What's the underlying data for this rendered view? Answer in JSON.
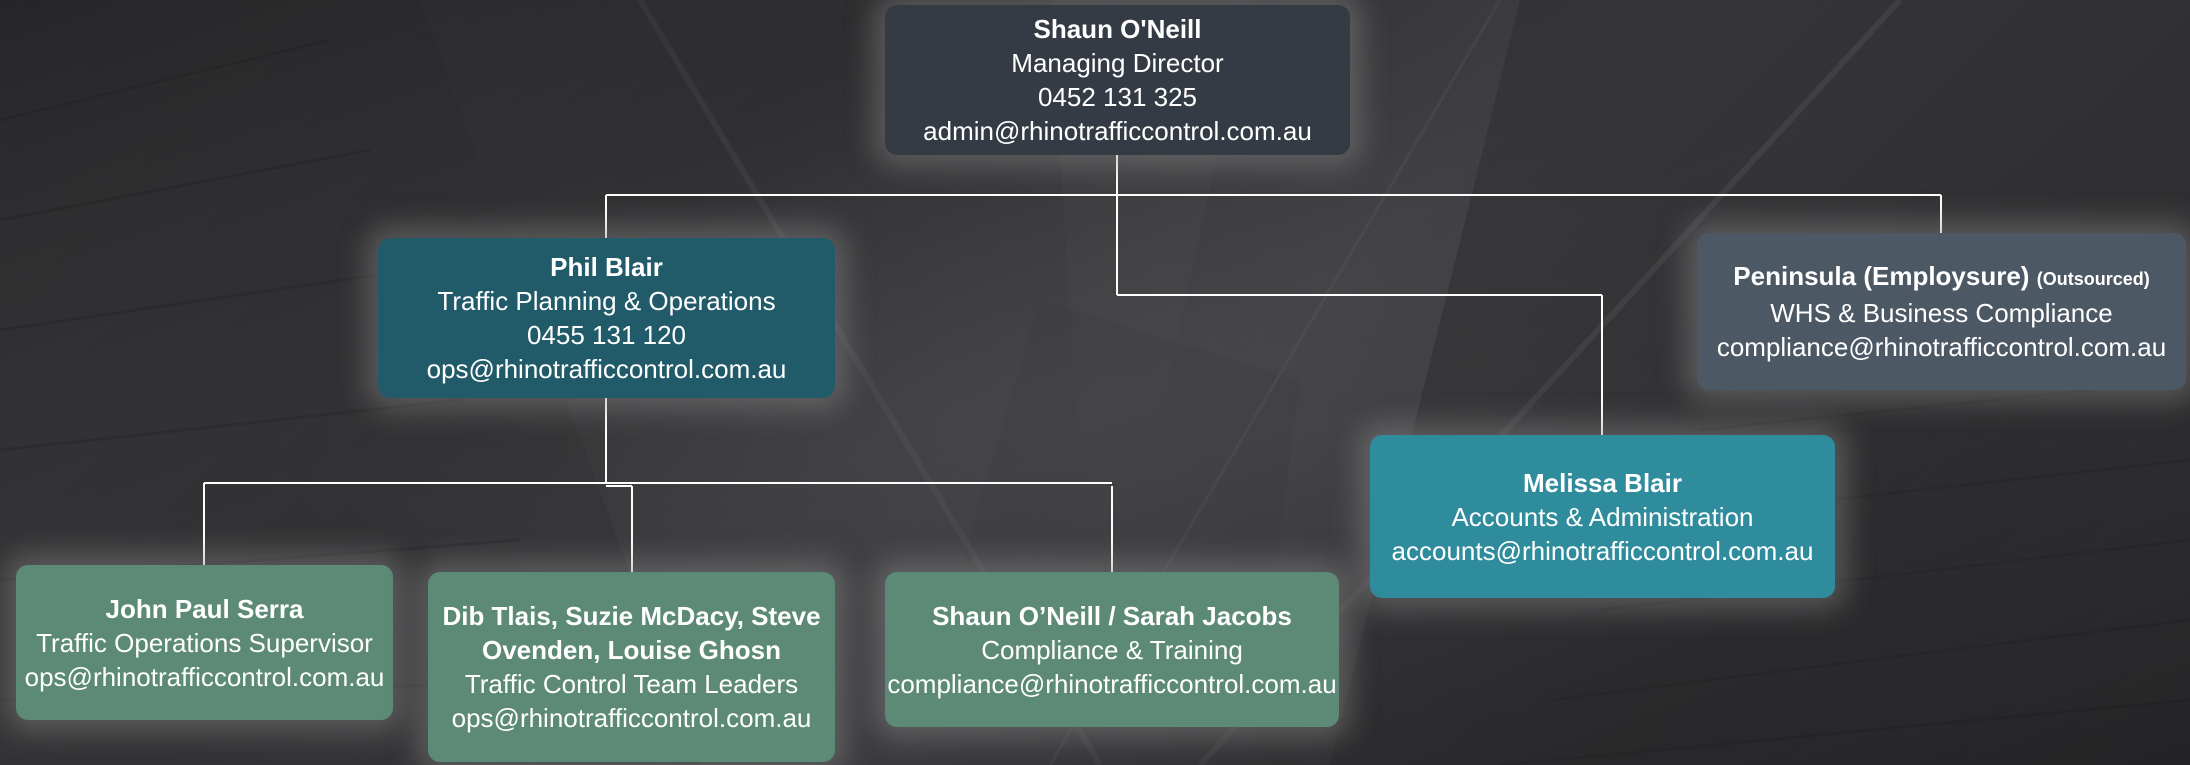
{
  "org_chart": {
    "director": {
      "name": "Shaun O'Neill",
      "role": "Managing Director",
      "phone": "0452 131 325",
      "email": "admin@rhinotrafficcontrol.com.au"
    },
    "operations": {
      "name": "Phil Blair",
      "role": "Traffic Planning & Operations",
      "phone": "0455 131 120",
      "email": "ops@rhinotrafficcontrol.com.au"
    },
    "compliance_outsourced": {
      "name": "Peninsula (Employsure)",
      "note": "(Outsourced)",
      "role": "WHS & Business Compliance",
      "email": "compliance@rhinotrafficcontrol.com.au"
    },
    "accounts": {
      "name": "Melissa Blair",
      "role": "Accounts & Administration",
      "email": "accounts@rhinotrafficcontrol.com.au"
    },
    "supervisor": {
      "name": "John Paul Serra",
      "role": "Traffic Operations Supervisor",
      "email": "ops@rhinotrafficcontrol.com.au"
    },
    "team_leaders": {
      "name_line1": "Dib Tlais, Suzie McDacy, Steve",
      "name_line2": "Ovenden, Louise Ghosn",
      "role": "Traffic Control Team Leaders",
      "email": "ops@rhinotrafficcontrol.com.au"
    },
    "training": {
      "name": "Shaun O’Neill / Sarah Jacobs",
      "role": "Compliance & Training",
      "email": "compliance@rhinotrafficcontrol.com.au"
    }
  },
  "colors": {
    "director": "#353b45",
    "operations": "#215a68",
    "outsourced": "#4d5865",
    "accounts": "#2f8c9d",
    "field": "#5c8a76",
    "connector": "#ffffff"
  }
}
